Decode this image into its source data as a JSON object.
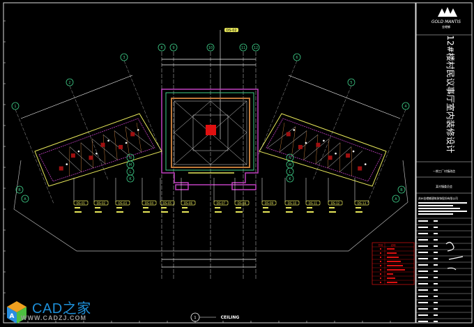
{
  "title_block": {
    "logo_text": "GOLD MANTIS",
    "logo_sub": "金螳螂",
    "project_title": "12#楼村民议事厅室内装修设计",
    "client_line": "一期工厂村镇改造",
    "owner_line": "某村镇委员会",
    "designer_line": "苏州金螳螂建筑装饰股份有限公司"
  },
  "drawing": {
    "view_label": "CEILING",
    "section_marker": "1",
    "top_tag": "DS-02",
    "top_grid": [
      "8",
      "9",
      "10",
      "11",
      "12"
    ],
    "left_grid": [
      "1",
      "2",
      "3"
    ],
    "right_grid": [
      "4",
      "5",
      "6"
    ],
    "side_grid_left": [
      "N",
      "M",
      "L",
      "K"
    ],
    "side_grid_right": [
      "N",
      "M",
      "L",
      "K"
    ],
    "wing_grid_left": [
      "B",
      "A"
    ],
    "wing_grid_right": [
      "B",
      "A"
    ],
    "ceiling_tags": [
      "DS-01",
      "DS-02",
      "DS-03",
      "DS-04",
      "DS-05",
      "DS-06",
      "DS-07",
      "DS-08",
      "DS-09",
      "DS-10",
      "DS-11",
      "DS-12",
      "DS-13"
    ]
  },
  "legend": {
    "header": [
      "符号",
      "说明"
    ],
    "rows": 9
  },
  "watermark": {
    "brand": "CAD之家",
    "url": "WWW.CADZJ.COM"
  },
  "colors": {
    "background": "#000000",
    "white": "#ffffff",
    "yellow": "#e8e85a",
    "green": "#3fd08a",
    "magenta": "#c040c0",
    "red": "#e01010",
    "brown": "#c07a3a",
    "watermark_blue": "#1e8fd8"
  }
}
